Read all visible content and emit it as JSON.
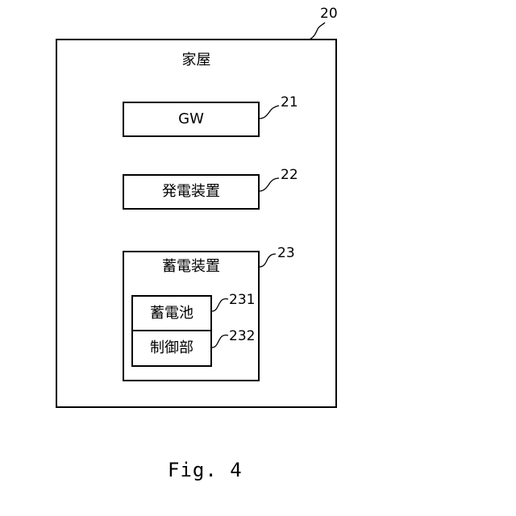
{
  "figure": {
    "caption": "Fig. 4"
  },
  "house": {
    "ref": "20",
    "title": "家屋",
    "components": [
      {
        "ref": "21",
        "label": "GW"
      },
      {
        "ref": "22",
        "label": "発電装置"
      },
      {
        "ref": "23",
        "label": "蓄電装置",
        "subcomponents": [
          {
            "ref": "231",
            "label": "蓄電池"
          },
          {
            "ref": "232",
            "label": "制御部"
          }
        ]
      }
    ]
  }
}
